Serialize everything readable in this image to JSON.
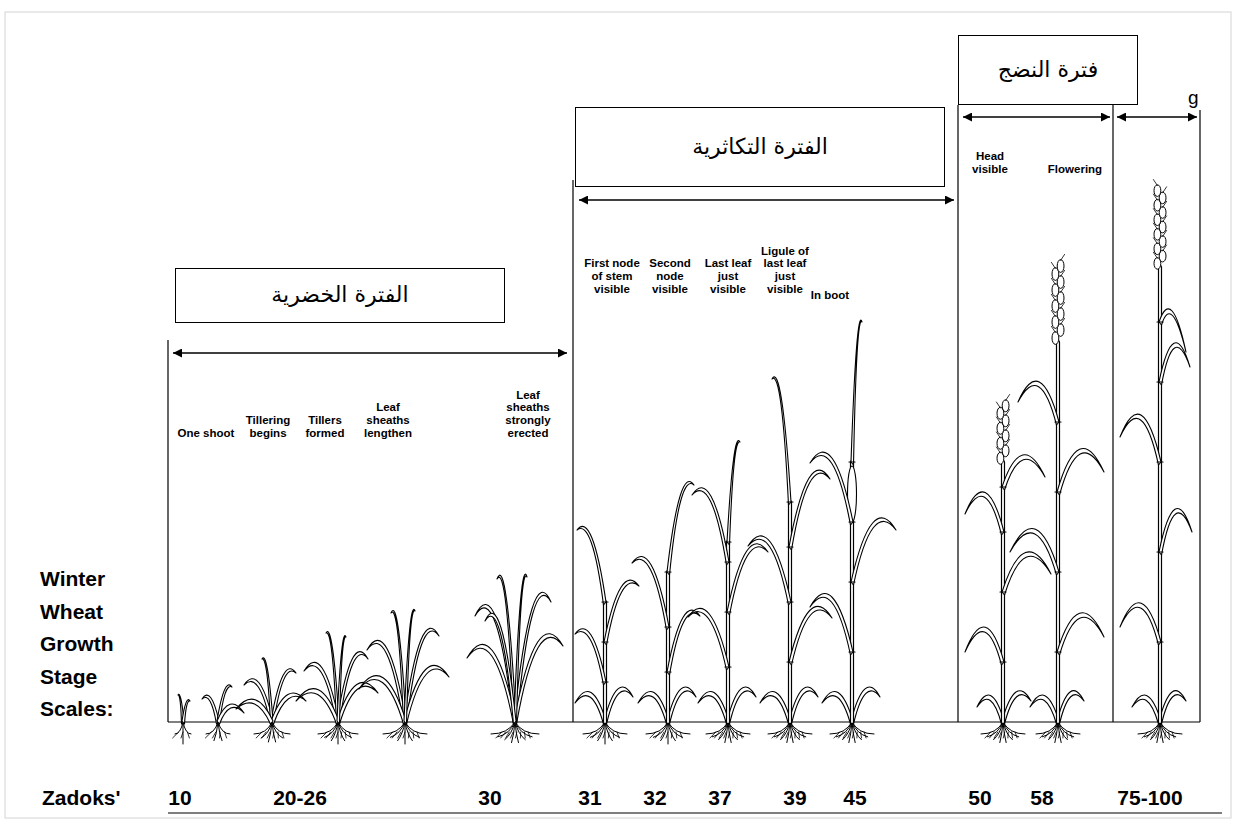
{
  "diagram": {
    "nodes": [
      {
        "text": [
          "الفترة الخضرية"
        ]
      },
      {
        "text": [
          "الفترة التكاثرية"
        ]
      },
      {
        "text": [
          "فترة النضج"
        ]
      }
    ],
    "labels": [
      "Winter Wheat Growth Stage Scales:",
      "One shoot",
      "Tillering begins",
      "Tillers formed",
      "Leaf sheaths lengthen",
      "Leaf sheaths strongly erected",
      "First node of stem visible",
      "Second node visible",
      "Last leaf just visible",
      "Ligule of last leaf just visible",
      "In boot",
      "Head visible",
      "Flowering",
      "g",
      "Zadoks'",
      "10",
      "20-26",
      "30",
      "31",
      "32",
      "37",
      "39",
      "45",
      "50",
      "58",
      "75-100"
    ]
  }
}
